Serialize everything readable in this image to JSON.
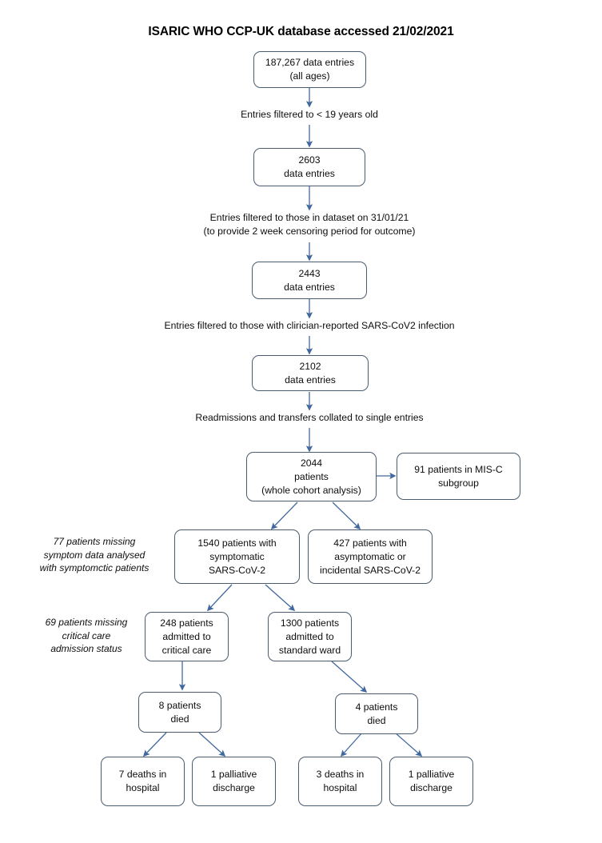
{
  "title": "ISARIC WHO CCP-UK database accessed 21/02/2021",
  "colors": {
    "box_border": "#4b5c70",
    "arrow": "#41699f",
    "text": "#0d0d0d",
    "background": "#ffffff"
  },
  "nodes": {
    "all_entries": "187,267 data entries\n(all ages)",
    "entries_2603": "2603\ndata entries",
    "entries_2443": "2443\ndata entries",
    "entries_2102": "2102\ndata entries",
    "patients_2044": "2044\npatients\n(whole cohort analysis)",
    "misc_subgroup": "91 patients in MIS-C\nsubgroup",
    "symptomatic": "1540 patients with\nsymptomatic\nSARS-CoV-2",
    "asymptomatic": "427 patients with\nasymptomatic or\nincidental SARS-CoV-2",
    "critical_care": "248 patients\nadmitted to\ncritical care",
    "standard_ward": "1300 patients\nadmitted to\nstandard ward",
    "died_8": "8 patients\ndied",
    "died_4": "4 patients\ndied",
    "deaths_hospital_7": "7 deaths in\nhospital",
    "palliative_1a": "1 palliative\ndischarge",
    "deaths_hospital_3": "3 deaths in\nhospital",
    "palliative_1b": "1 palliative\ndischarge"
  },
  "step_labels": {
    "filter_age": "Entries filtered to < 19 years old",
    "filter_dataset": "Entries filtered to those in dataset on 31/01/21\n(to provide 2 week censoring period for outcome)",
    "filter_clinician": "Entries filtered to those with clirician-reported SARS-CoV2 infection",
    "collate_readmissions": "Readmissions and transfers collated to single entries"
  },
  "side_notes": {
    "symptom_missing": "77 patients missing\nsymptom data analysed\nwith symptomctic patients",
    "critical_care_missing": "69 patients missing\ncritical care\nadmission status"
  },
  "chart_data": {
    "type": "flowchart",
    "title": "ISARIC WHO CCP-UK database accessed 21/02/2021",
    "counts": {
      "total_entries_all_ages": 187267,
      "entries_under_19": 2603,
      "entries_in_dataset_31_01_21": 2443,
      "entries_clinician_reported_sars_cov2": 2102,
      "patients_whole_cohort": 2044,
      "misc_subgroup_patients": 91,
      "symptomatic_patients": 1540,
      "asymptomatic_or_incidental_patients": 427,
      "admitted_critical_care": 248,
      "admitted_standard_ward": 1300,
      "died_after_critical_care": 8,
      "died_after_standard_ward": 4,
      "deaths_in_hospital_critical_care": 7,
      "palliative_discharge_critical_care": 1,
      "deaths_in_hospital_standard_ward": 3,
      "palliative_discharge_standard_ward": 1,
      "missing_symptom_data": 77,
      "missing_critical_care_status": 69
    }
  }
}
